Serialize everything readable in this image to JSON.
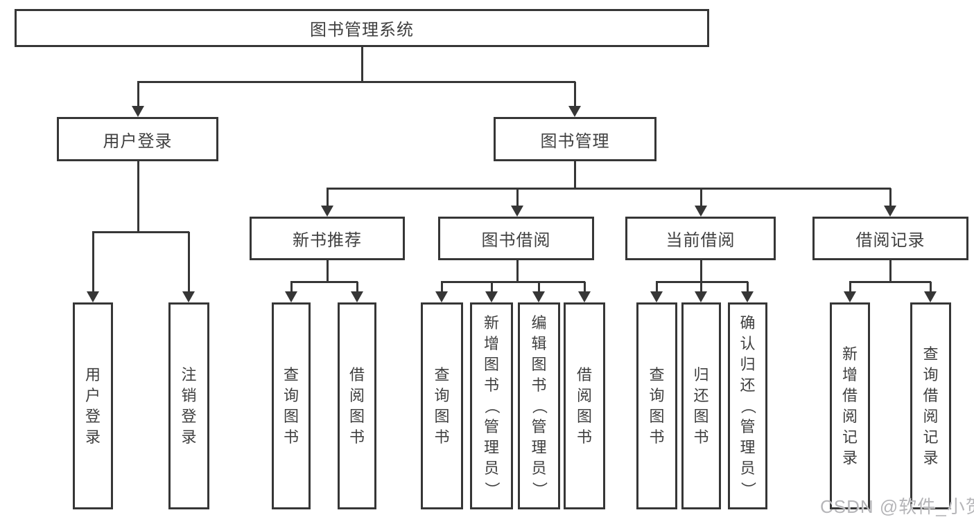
{
  "diagram": {
    "nodes": {
      "root": {
        "label": "图书管理系统"
      },
      "user_login": {
        "label": "用户登录"
      },
      "book_mgmt": {
        "label": "图书管理"
      },
      "new_book_rec": {
        "label": "新书推荐"
      },
      "book_borrow": {
        "label": "图书借阅"
      },
      "current_borrow": {
        "label": "当前借阅"
      },
      "borrow_records": {
        "label": "借阅记录"
      },
      "leaf_user_login": {
        "label": "用户登录"
      },
      "leaf_logout": {
        "label": "注销登录"
      },
      "leaf_query_book_1": {
        "label": "查询图书"
      },
      "leaf_borrow_book_1": {
        "label": "借阅图书"
      },
      "leaf_query_book_2": {
        "label": "查询图书"
      },
      "leaf_add_book": {
        "label": "新增图书（管理员）"
      },
      "leaf_edit_book": {
        "label": "编辑图书（管理员）"
      },
      "leaf_borrow_book_2": {
        "label": "借阅图书"
      },
      "leaf_query_book_3": {
        "label": "查询图书"
      },
      "leaf_return_book": {
        "label": "归还图书"
      },
      "leaf_confirm_return": {
        "label": "确认归还（管理员）"
      },
      "leaf_add_record": {
        "label": "新增借阅记录"
      },
      "leaf_query_record": {
        "label": "查询借阅记录"
      }
    }
  },
  "watermark": {
    "text": "CSDN @软件_小贺同学"
  },
  "colors": {
    "line": "#363636",
    "text": "#3f3f3f",
    "watermark": "#b5b5b8",
    "background": "#ffffff"
  }
}
